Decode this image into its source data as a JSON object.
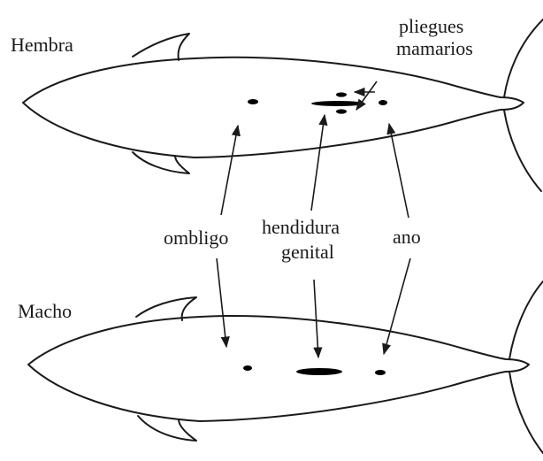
{
  "labels": {
    "female": "Hembra",
    "male": "Macho",
    "mammary_line1": "pliegues",
    "mammary_line2": "mamarios",
    "umbilicus": "ombligo",
    "genital_line1": "hendidura",
    "genital_line2": "genital",
    "anus": "ano"
  },
  "colors": {
    "outline": "#1a1a1a",
    "marks": "#000000",
    "background": "#ffffff"
  }
}
